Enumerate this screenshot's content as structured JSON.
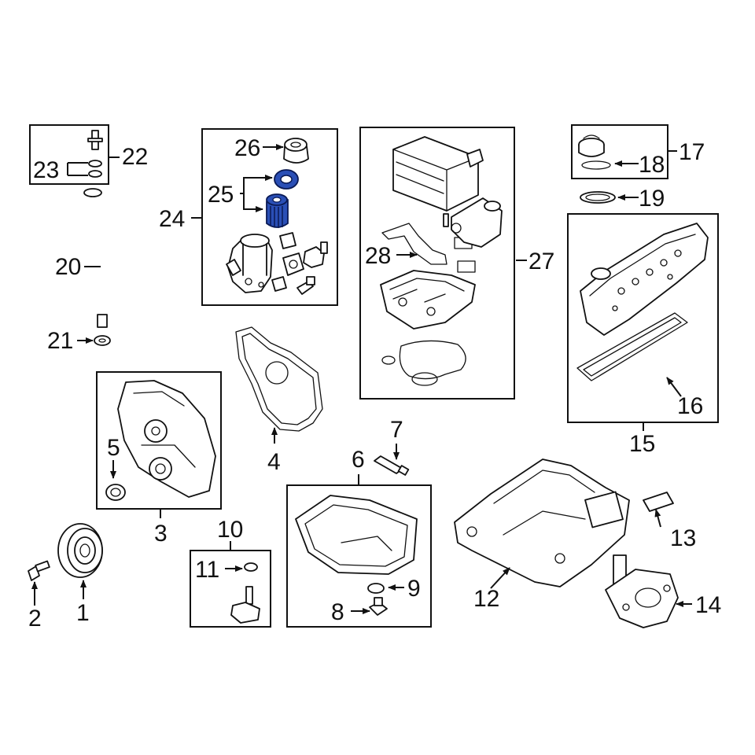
{
  "diagram": {
    "highlight_color": "#2a4fb6",
    "line_color": "#111111",
    "background": "#ffffff"
  },
  "callouts": {
    "c1": "1",
    "c2": "2",
    "c3": "3",
    "c4": "4",
    "c5": "5",
    "c6": "6",
    "c7": "7",
    "c8": "8",
    "c9": "9",
    "c10": "10",
    "c11": "11",
    "c12": "12",
    "c13": "13",
    "c14": "14",
    "c15": "15",
    "c16": "16",
    "c17": "17",
    "c18": "18",
    "c19": "19",
    "c20": "20",
    "c21": "21",
    "c22": "22",
    "c23": "23",
    "c24": "24",
    "c25": "25",
    "c26": "26",
    "c27": "27",
    "c28": "28"
  }
}
